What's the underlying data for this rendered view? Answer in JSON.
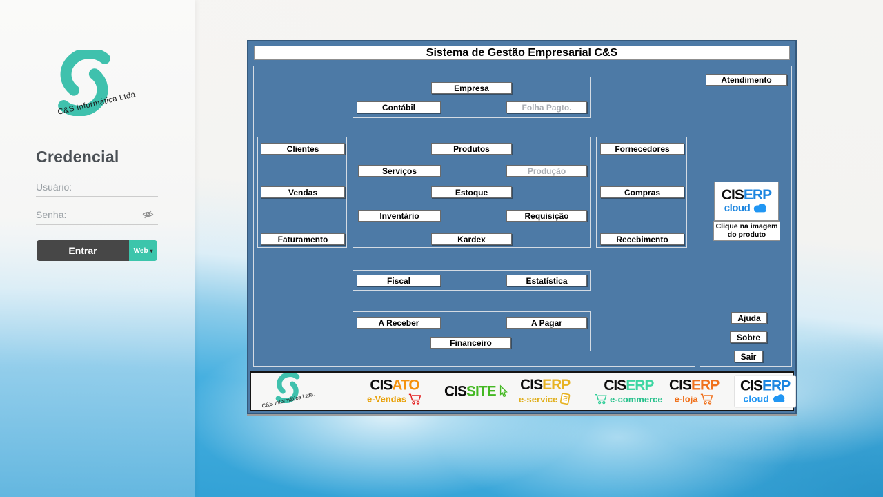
{
  "colors": {
    "window_bg": "#4d7aa6",
    "window_border": "#35597c",
    "accent_teal": "#3cc5ab",
    "entrar_dark": "#474747",
    "disabled_text": "#a9adb3",
    "brand_teal": "#3fc1ad",
    "cisato_orange": "#f5920e",
    "cissite_green": "#44b823",
    "eservice_gold": "#e7b322",
    "ecommerce_mint": "#3ed6a2",
    "eloja_orange": "#f0711c",
    "cloud_blue": "#1d86e0",
    "cart_red": "#e31e1e"
  },
  "login": {
    "brand_caption": "C&S Informática Ltda",
    "title": "Credencial",
    "username_label": "Usuário:",
    "password_label": "Senha:",
    "submit_label": "Entrar",
    "mode_label": "Web",
    "mode_arrow": "▾"
  },
  "window": {
    "title": "Sistema de Gestão Empresarial C&S"
  },
  "modules": {
    "empresa": "Empresa",
    "contabil": "Contábil",
    "folha_pagto": "Folha Pagto.",
    "clientes": "Clientes",
    "vendas": "Vendas",
    "faturamento": "Faturamento",
    "produtos": "Produtos",
    "servicos": "Serviços",
    "producao": "Produção",
    "estoque": "Estoque",
    "inventario": "Inventário",
    "requisicao": "Requisição",
    "kardex": "Kardex",
    "fornecedores": "Fornecedores",
    "compras": "Compras",
    "recebimento": "Recebimento",
    "fiscal": "Fiscal",
    "estatistica": "Estatística",
    "a_receber": "A Receber",
    "a_pagar": "A Pagar",
    "financeiro": "Financeiro"
  },
  "sidebar": {
    "atendimento": "Atendimento",
    "product": {
      "cis": "CIS",
      "erp": "ERP",
      "cloud": "cloud"
    },
    "caption": "Clique na imagem do produto",
    "ajuda": "Ajuda",
    "sobre": "Sobre",
    "sair": "Sair"
  },
  "footer": {
    "cs_caption": "C&S Informática Ltda.",
    "cisato": {
      "black": "CIS",
      "color": "ATO",
      "sub": "e-Vendas"
    },
    "cissite": {
      "black": "CIS",
      "color": "SITE"
    },
    "eservice": {
      "black": "CIS",
      "color": "ERP",
      "sub": "e-service"
    },
    "ecommerce": {
      "black": "CIS",
      "color": "ERP",
      "sub_prefix": "e-",
      "sub": "commerce"
    },
    "eloja": {
      "black": "CIS",
      "color": "ERP",
      "sub": "e-loja"
    },
    "cloud": {
      "black": "CIS",
      "color": "ERP",
      "sub": "cloud"
    }
  }
}
